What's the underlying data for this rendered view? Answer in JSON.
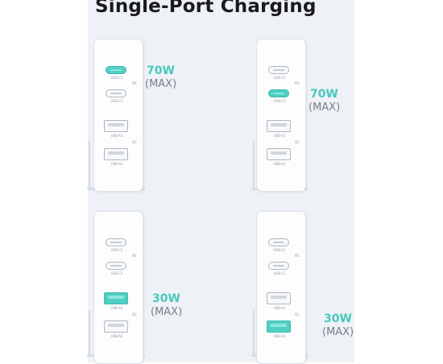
{
  "title": "Single-Port Charging",
  "port_labels": {
    "c1": "USB-C1",
    "c2": "USB-C2",
    "a1": "USB-A1",
    "a2": "USB-A2",
    "pd": "PD",
    "qc": "QC"
  },
  "accent_color": "#48c8bb",
  "panels": [
    {
      "active_port": "USB-C1",
      "watt": "70W",
      "max": "(MAX)"
    },
    {
      "active_port": "USB-C2",
      "watt": "70W",
      "max": "(MAX)"
    },
    {
      "active_port": "USB-A1",
      "watt": "30W",
      "max": "(MAX)"
    },
    {
      "active_port": "USB-A2",
      "watt": "30W",
      "max": "(MAX)"
    }
  ]
}
